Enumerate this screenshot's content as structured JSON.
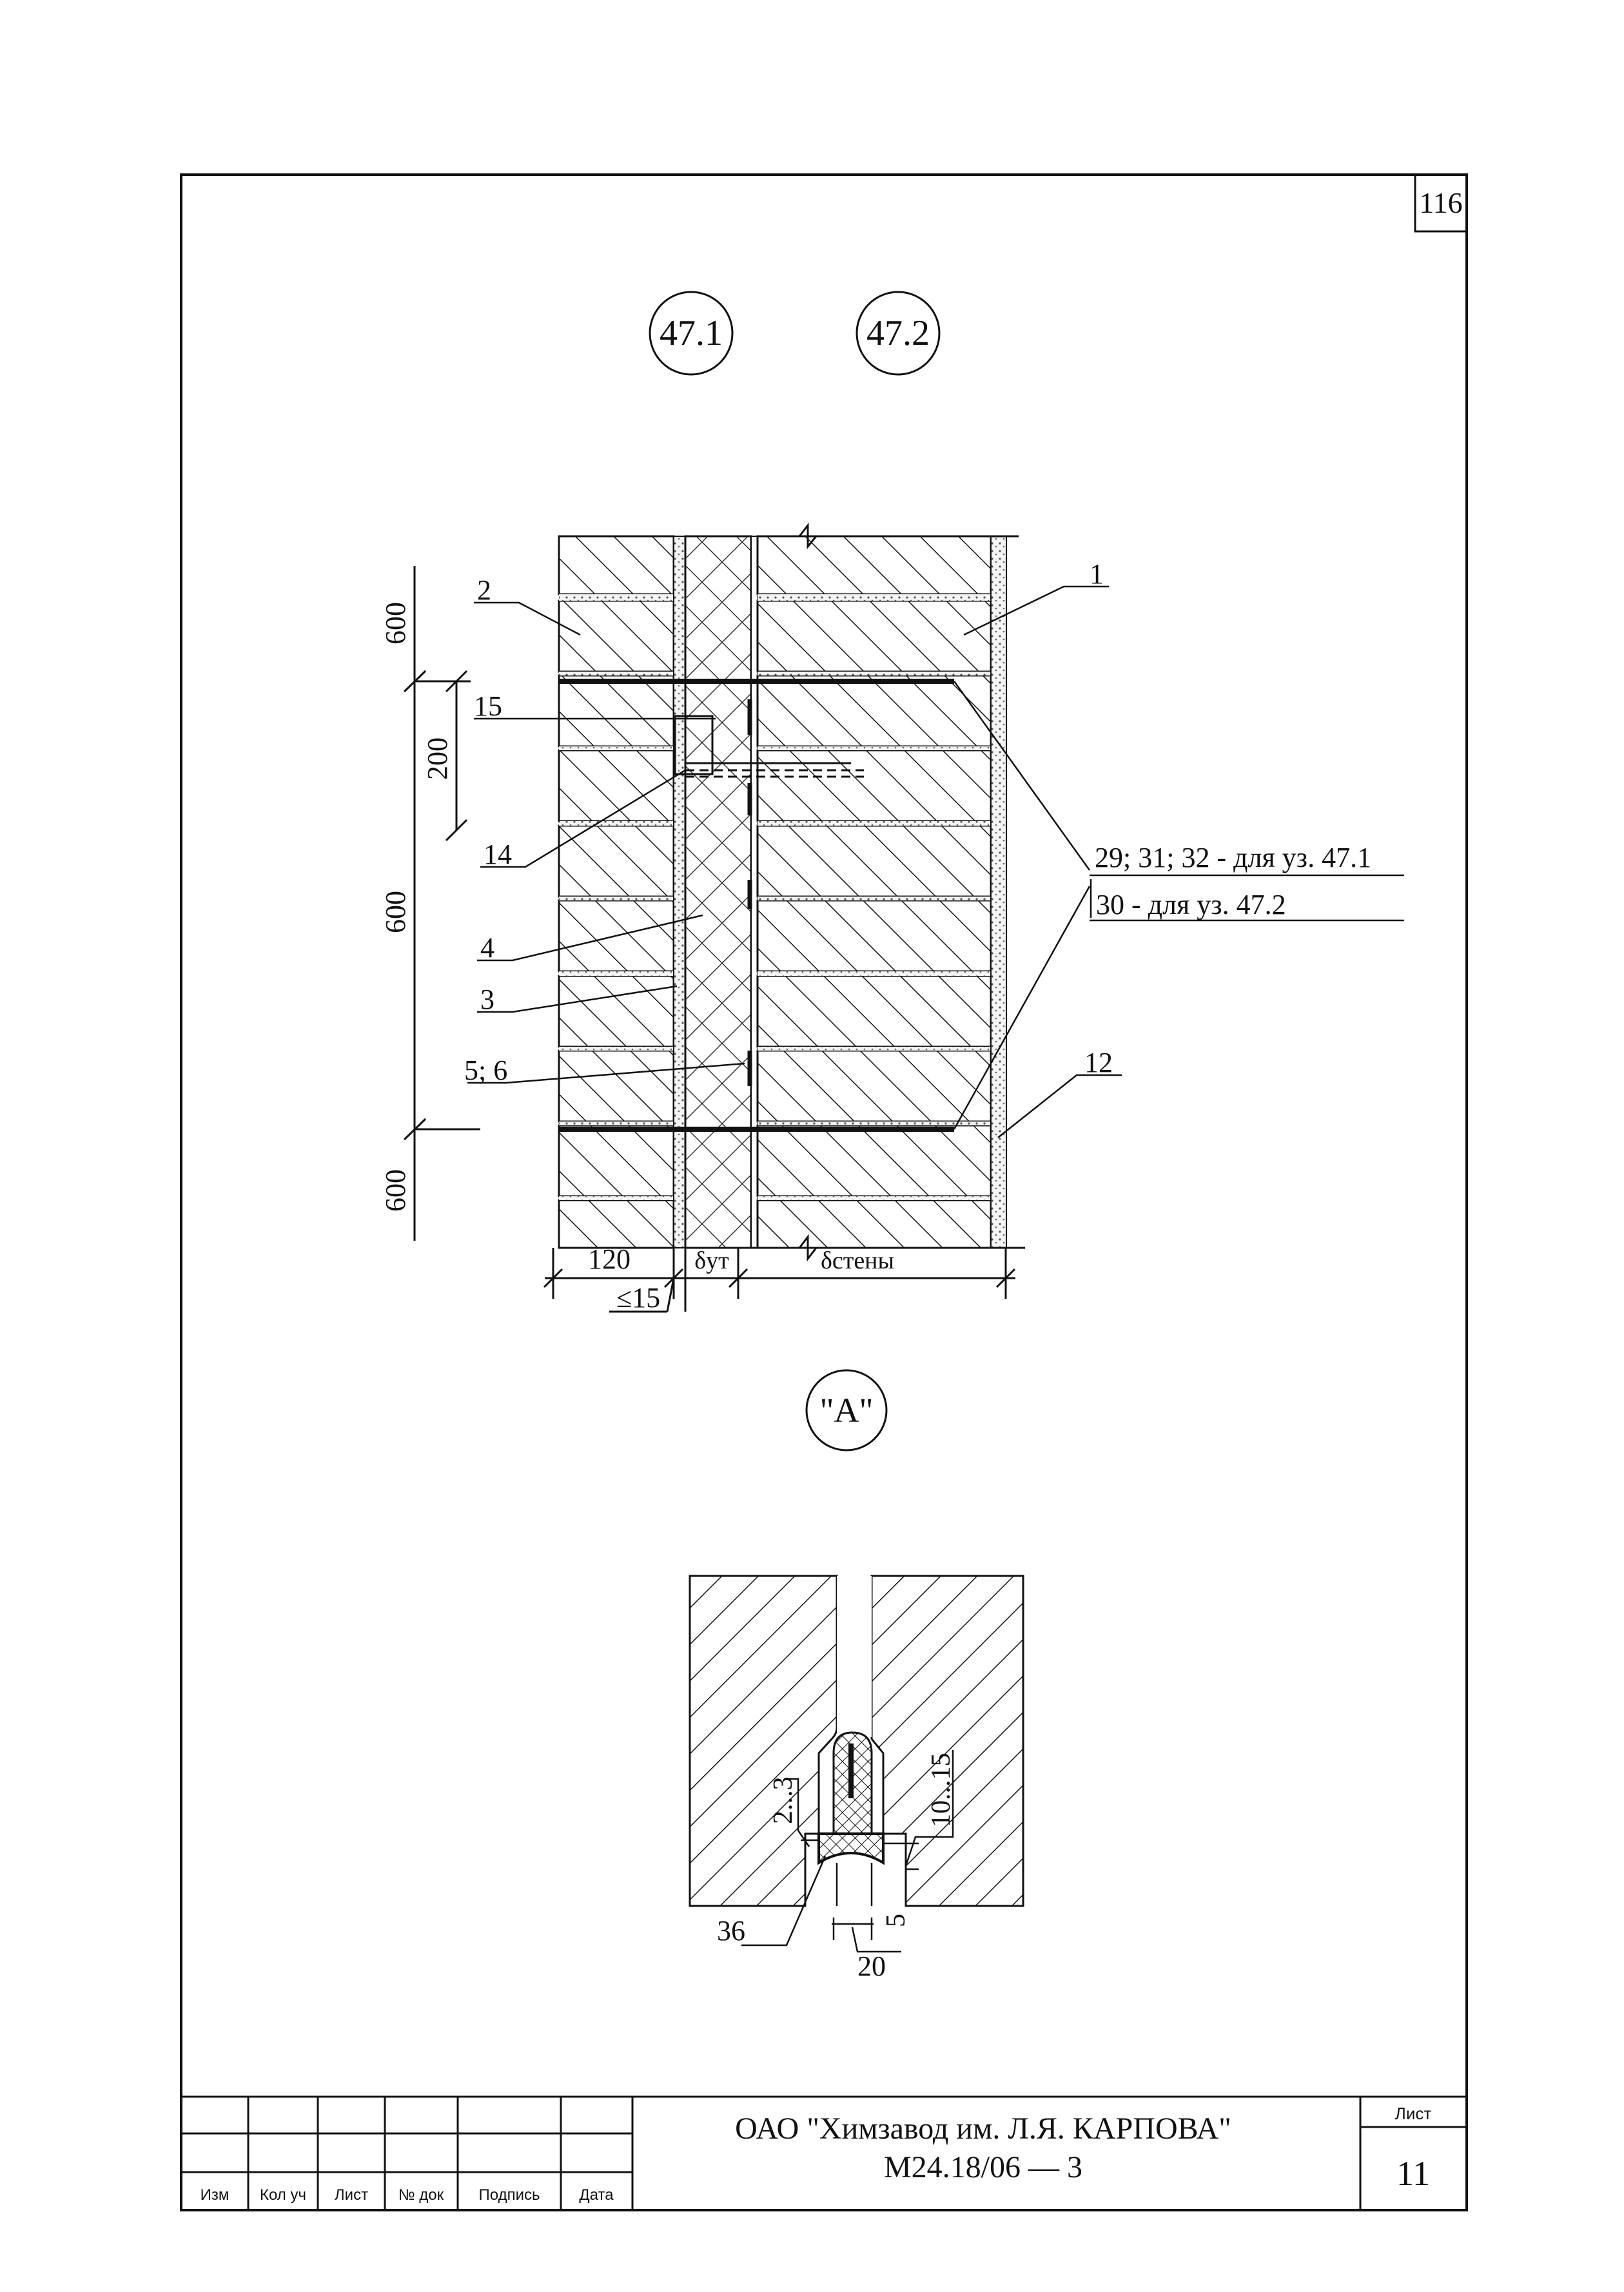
{
  "sheet_corner_number": "116",
  "section_tags": [
    "47.1",
    "47.2"
  ],
  "detail_tag": "\"A\"",
  "section": {
    "callouts": [
      "1",
      "2",
      "3",
      "4",
      "5; 6",
      "12",
      "14",
      "15"
    ],
    "anchor_callout": {
      "main": "29; 31; 32 - для уз. 47.1",
      "secondary": "30 - для уз. 47.2"
    },
    "dims": {
      "top": "600",
      "middle": "600",
      "bottom": "600",
      "anchor_spacing": "200",
      "outer_leaf": "120",
      "insulation": "δут",
      "wall": "δстены",
      "gap": "≤15"
    }
  },
  "detail_a": {
    "labels": [
      "36",
      "20"
    ],
    "dims": [
      "2...3",
      "10...15",
      "5"
    ]
  },
  "title_block": {
    "columns": [
      "Изм",
      "Кол уч",
      "Лист",
      "№ док",
      "Подпись",
      "Дата"
    ],
    "organization": "ОАО \"Химзавод им. Л.Я. КАРПОВА\"",
    "document_code": "М24.18/06 — 3",
    "sheet_label": "Лист",
    "sheet_number": "11"
  }
}
